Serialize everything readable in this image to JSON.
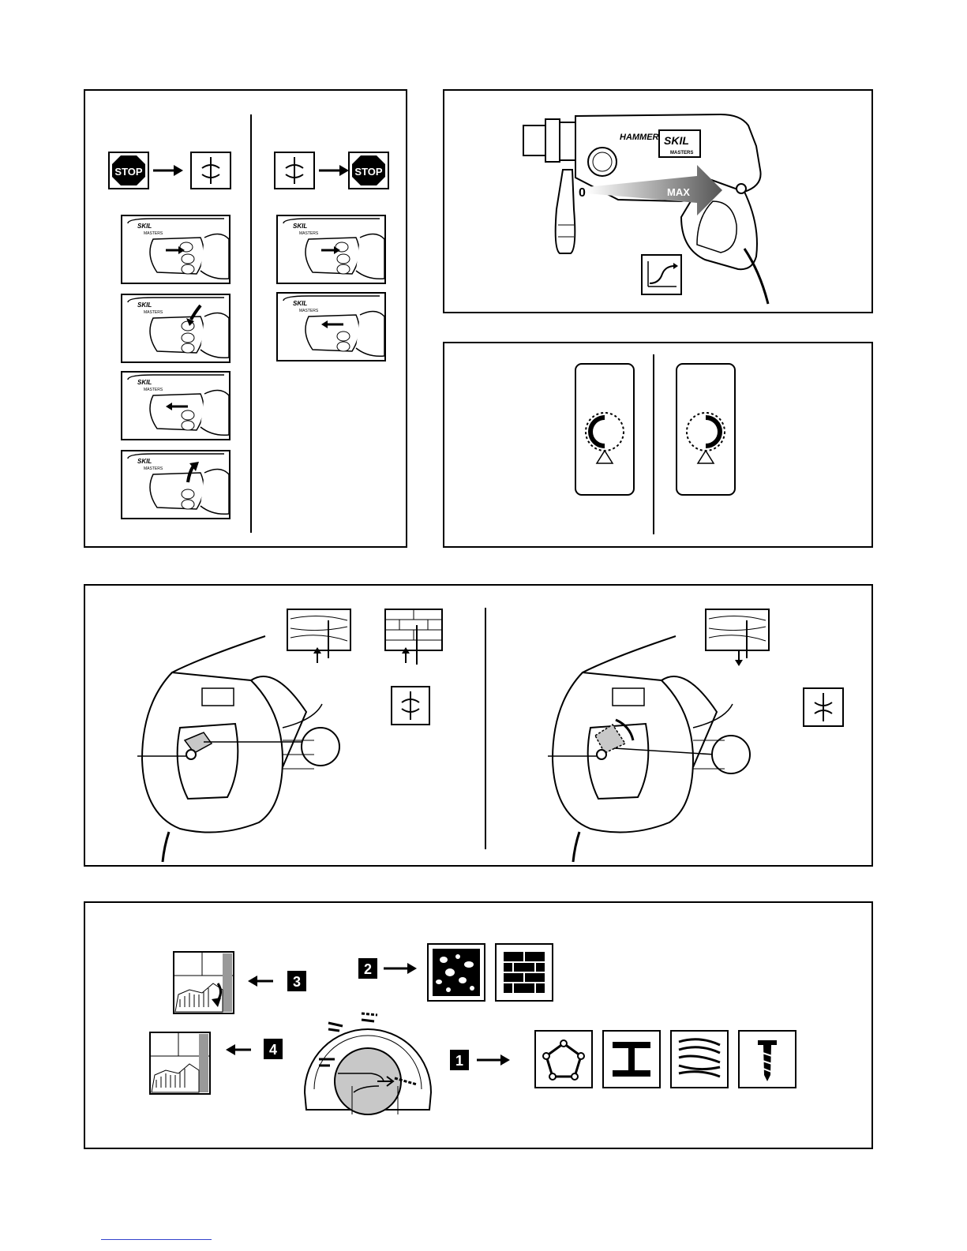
{
  "manual": {
    "stop_sign_text": "STOP",
    "tool_brand": "SKIL",
    "tool_series": "MASTERS",
    "tool_model": "HAMMER",
    "speed_min": "0",
    "speed_max": "MAX",
    "mode_numbers": [
      "1",
      "2",
      "3",
      "4"
    ]
  },
  "colors": {
    "ink": "#000000",
    "gray": "#999999",
    "light_gray": "#c8c8c8",
    "paper": "#ffffff"
  }
}
